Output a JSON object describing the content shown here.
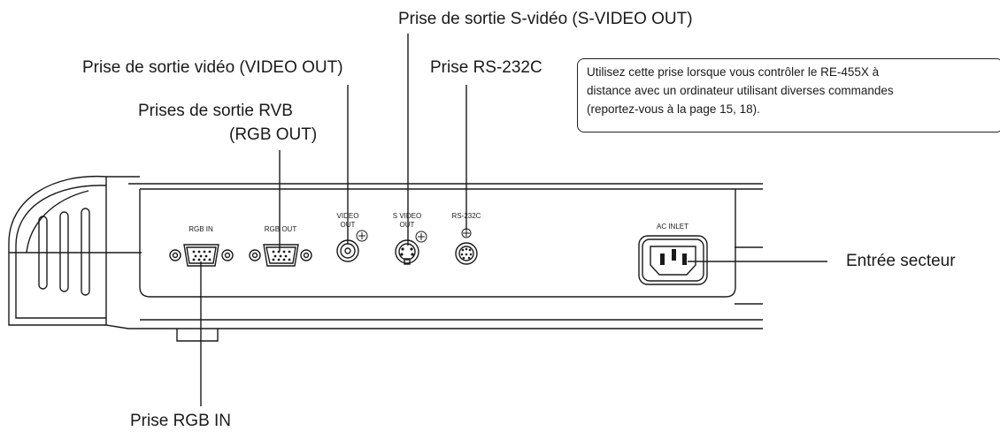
{
  "callouts": {
    "svideo_out": "Prise de sortie S-vidéo (S-VIDEO OUT)",
    "video_out": "Prise de sortie vidéo (VIDEO OUT)",
    "rs232c": "Prise RS-232C",
    "rgb_out_line1": "Prises de sortie RVB",
    "rgb_out_line2": "(RGB OUT)",
    "ac_inlet": "Entrée secteur",
    "rgb_in": "Prise RGB IN"
  },
  "note": {
    "line1": "Utilisez cette prise lorsque vous contrôler le RE-455X à",
    "line2": "distance avec un ordinateur utilisant diverses commandes",
    "line3": "(reportez-vous à la page 15, 18)."
  },
  "panel_labels": {
    "rgb_in": "RGB IN",
    "rgb_out": "RGB OUT",
    "video_out_line1": "VIDEO",
    "video_out_line2": "OUT",
    "svideo_out_line1": "S VIDEO",
    "svideo_out_line2": "OUT",
    "rs232c": "RS-232C",
    "ac_inlet": "AC INLET"
  }
}
